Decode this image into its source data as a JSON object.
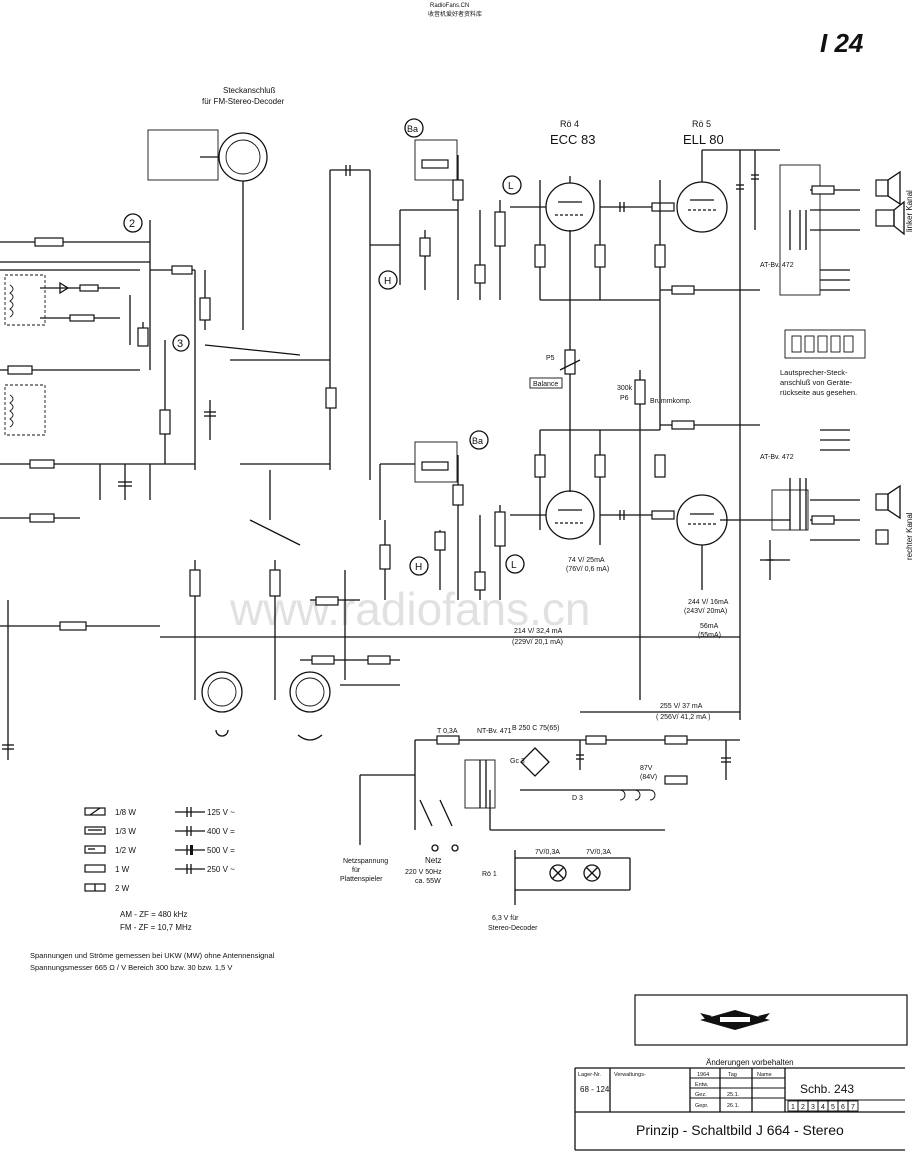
{
  "header": {
    "site_top": "RadioFans.CN",
    "site_sub": "收音机爱好者资料库",
    "sheet_id": "I 24"
  },
  "watermark": "www.radiofans.cn",
  "tubes": [
    {
      "ref": "Rö 4",
      "type": "ECC 83"
    },
    {
      "ref": "Rö 5",
      "type": "ELL 80"
    }
  ],
  "connectors": {
    "stereo_decoder_title": "Steckanschluß",
    "stereo_decoder_sub": "für FM-Stereo-Decoder",
    "speaker_note_1": "Lautsprecher-Steck-",
    "speaker_note_2": "anschluß von Geräte-",
    "speaker_note_3": "rückseite aus gesehen.",
    "left_channel": "linker Kanal",
    "right_channel": "rechter Kanal"
  },
  "markers": {
    "bass": "Ba",
    "treble": "H",
    "loud": "L",
    "n2": "2",
    "n3": "3"
  },
  "labels": {
    "balance": "Balance",
    "brummkomp": "Brummkomp.",
    "p5": "P5",
    "p6": "P6",
    "p6_val": "300k",
    "at_bv_top": "AT-Bv. 472",
    "at_bv_bot": "AT-Bv. 472",
    "nt_bv": "NT-Bv. 471",
    "fuse": "T 0,3A",
    "rect": "B 250  C 75(65)",
    "gc3": "Gc 3",
    "d3": "D 3",
    "lamps_1": "7V/0,3A",
    "lamps_2": "7V/0,3A",
    "r61": "Rö 1",
    "v63": "6,3 V für",
    "v63b": "Stereo-Decoder",
    "netzsp": "Netzspannung",
    "netzsp2": "für",
    "netzsp3": "Plattenspieler",
    "netz": "Netz",
    "netz2": "220 V  50Hz",
    "netz3": "ca. 55W",
    "v_214": "214 V/ 32,4 mA",
    "v_214b": "(229V/ 20,1 mA)",
    "v_255": "255 V/ 37 mA",
    "v_255b": "( 256V/ 41,2 mA )",
    "v_74": "74 V/ 25mA",
    "v_74b": "(76V/ 0,6 mA)",
    "v_244": "244 V/ 16mA",
    "v_244b": "(243V/ 20mA)",
    "v_56": "56mA",
    "v_56b": "(55mA)",
    "v_87": "87V",
    "v_87b": "(84V)"
  },
  "legend": {
    "resistors": [
      "1/8 W",
      "1/3 W",
      "1/2 W",
      "1 W",
      "2 W"
    ],
    "capacitors": [
      "125 V ~",
      "400 V =",
      "500 V =",
      "250 V ~"
    ],
    "if_am": "AM - ZF = 480 kHz",
    "if_fm": "FM - ZF = 10,7 MHz",
    "note_1": "Spannungen und Ströme gemessen bei UKW (MW) ohne Antennensignal",
    "note_2": "Spannungsmesser  665 Ω / V Bereich  300 bzw. 30 bzw. 1,5 V"
  },
  "title_block": {
    "changes": "Änderungen  vorbehalten",
    "lager_label": "Lager-Nr.",
    "lager_value": "68 - 124",
    "verwalt": "Verwaltungs-",
    "col_jahr": "1964",
    "col_tag": "Tag",
    "col_name": "Name",
    "row_entw": "Entw.",
    "row_gez": "Gez.",
    "row_gepr": "Gepr.",
    "gez_tag": "25.1.",
    "gepr_tag": "26.1.",
    "schb": "Schb.  243",
    "index": [
      "1",
      "2",
      "3",
      "4",
      "5",
      "6",
      "7"
    ],
    "title": "Prinzip - Schaltbild    J 664 - Stereo"
  }
}
